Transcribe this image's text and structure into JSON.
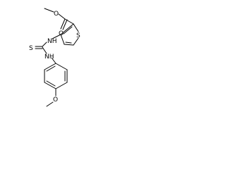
{
  "molecule": {
    "atoms": {
      "carbonyl_oxygen": "O",
      "ester_oxygen": "O",
      "thiophene_sulfur": "S",
      "amine_upper": "NH",
      "thione_sulfur": "S",
      "amine_lower": "NH",
      "methoxy_oxygen": "O"
    }
  },
  "colors": {
    "bond": "#000000",
    "background": "#ffffff"
  }
}
